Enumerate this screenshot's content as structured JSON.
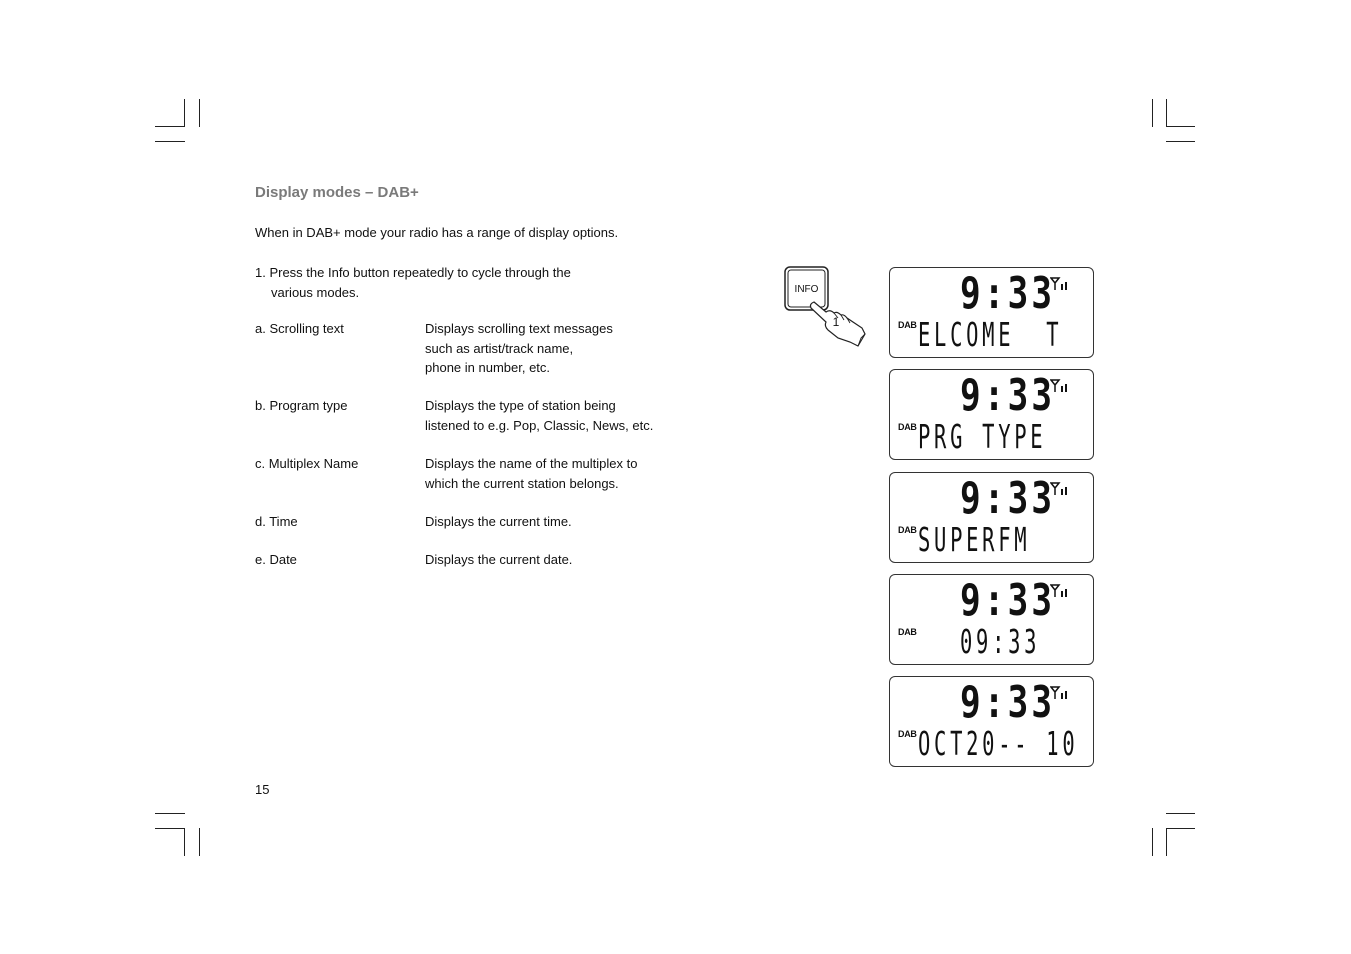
{
  "heading": "Display modes – DAB+",
  "intro": "When in DAB+ mode your radio has a range of display options.",
  "step1": {
    "line1": "1. Press the Info button repeatedly to cycle through the",
    "line2": "various modes."
  },
  "modes": [
    {
      "label": "a. Scrolling text",
      "desc": [
        "Displays scrolling text messages",
        "such as artist/track name,",
        "phone in number, etc."
      ]
    },
    {
      "label": "b. Program type",
      "desc": [
        "Displays the type of station being",
        "listened to e.g. Pop, Classic, News, etc."
      ]
    },
    {
      "label": "c. Multiplex Name",
      "desc": [
        "Displays the name of the multiplex to",
        "which the current station belongs."
      ]
    },
    {
      "label": "d. Time",
      "desc": [
        "Displays the current time."
      ]
    },
    {
      "label": "e. Date",
      "desc": [
        "Displays the current date."
      ]
    }
  ],
  "info_button": {
    "label": "INFO",
    "callout": "1"
  },
  "displays": [
    {
      "clock": "9:33",
      "source": "DAB",
      "text": "ELCOME  T"
    },
    {
      "clock": "9:33",
      "source": "DAB",
      "text": "PRG TYPE"
    },
    {
      "clock": "9:33",
      "source": "DAB",
      "text": "SUPERFM"
    },
    {
      "clock": "9:33",
      "source": "DAB",
      "text": "09:33"
    },
    {
      "clock": "9:33",
      "source": "DAB",
      "text": "OCT20-- 10"
    }
  ],
  "page_number": "15"
}
